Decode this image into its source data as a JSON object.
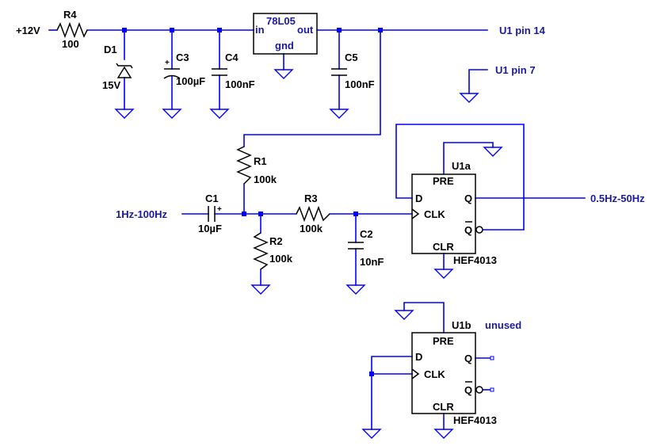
{
  "colors": {
    "wire": "#0000ff",
    "component": "#000000",
    "net_label": "#1a1aa0",
    "background": "#ffffff"
  },
  "supply_label": "+12V",
  "r4": {
    "name": "R4",
    "value": "100"
  },
  "d1": {
    "name": "D1",
    "value": "15V"
  },
  "c3": {
    "name": "C3",
    "value": "100µF",
    "polarity": "+"
  },
  "c4": {
    "name": "C4",
    "value": "100nF"
  },
  "regulator": {
    "name": "78L05",
    "pin_in": "in",
    "pin_out": "out",
    "pin_gnd": "gnd"
  },
  "c5": {
    "name": "C5",
    "value": "100nF"
  },
  "net_u1_pin14": "U1 pin 14",
  "net_u1_pin7": "U1 pin 7",
  "r1": {
    "name": "R1",
    "value": "100k"
  },
  "c1": {
    "name": "C1",
    "value": "10µF",
    "polarity": "+"
  },
  "r2": {
    "name": "R2",
    "value": "100k"
  },
  "r3": {
    "name": "R3",
    "value": "100k"
  },
  "c2": {
    "name": "C2",
    "value": "10nF"
  },
  "input_label": "1Hz-100Hz",
  "output_label": "0.5Hz-50Hz",
  "u1a": {
    "name": "U1a",
    "part": "HEF4013",
    "pre": "PRE",
    "clr": "CLR",
    "d": "D",
    "clk": "CLK",
    "q": "Q",
    "qbar": "Q"
  },
  "u1b": {
    "name": "U1b",
    "part": "HEF4013",
    "note": "unused",
    "pre": "PRE",
    "clr": "CLR",
    "d": "D",
    "clk": "CLK",
    "q": "Q",
    "qbar": "Q"
  }
}
